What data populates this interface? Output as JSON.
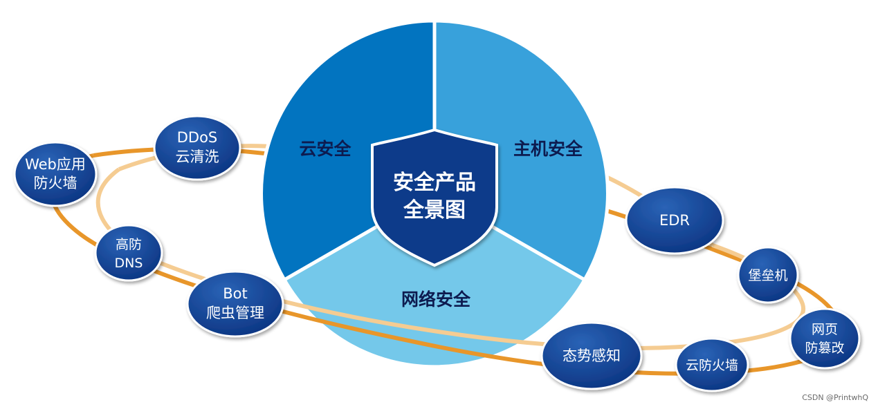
{
  "center": {
    "line1": "安全产品",
    "line2": "全景图"
  },
  "segments": {
    "cloud": {
      "label": "云安全",
      "color": "#0274c0"
    },
    "host": {
      "label": "主机安全",
      "color": "#38a1db"
    },
    "network": {
      "label": "网络安全",
      "color": "#74c8ea"
    }
  },
  "shield_color": "#0b3a8a",
  "ring_colors": {
    "dark": "#e8962a",
    "light": "#f5cc92"
  },
  "nodes": {
    "waf": {
      "line1": "Web应用",
      "line2": "防火墙"
    },
    "ddos": {
      "line1": "DDoS",
      "line2": "云清洗"
    },
    "dns": {
      "line1": "高防",
      "line2": "DNS"
    },
    "bot": {
      "line1": "Bot",
      "line2": "爬虫管理"
    },
    "edr": {
      "line1": "EDR"
    },
    "bastion": {
      "line1": "堡垒机"
    },
    "tamper": {
      "line1": "网页",
      "line2": "防篡改"
    },
    "firewall": {
      "line1": "云防火墙"
    },
    "situation": {
      "line1": "态势感知"
    }
  },
  "watermark": "CSDN @PrintwhQ"
}
